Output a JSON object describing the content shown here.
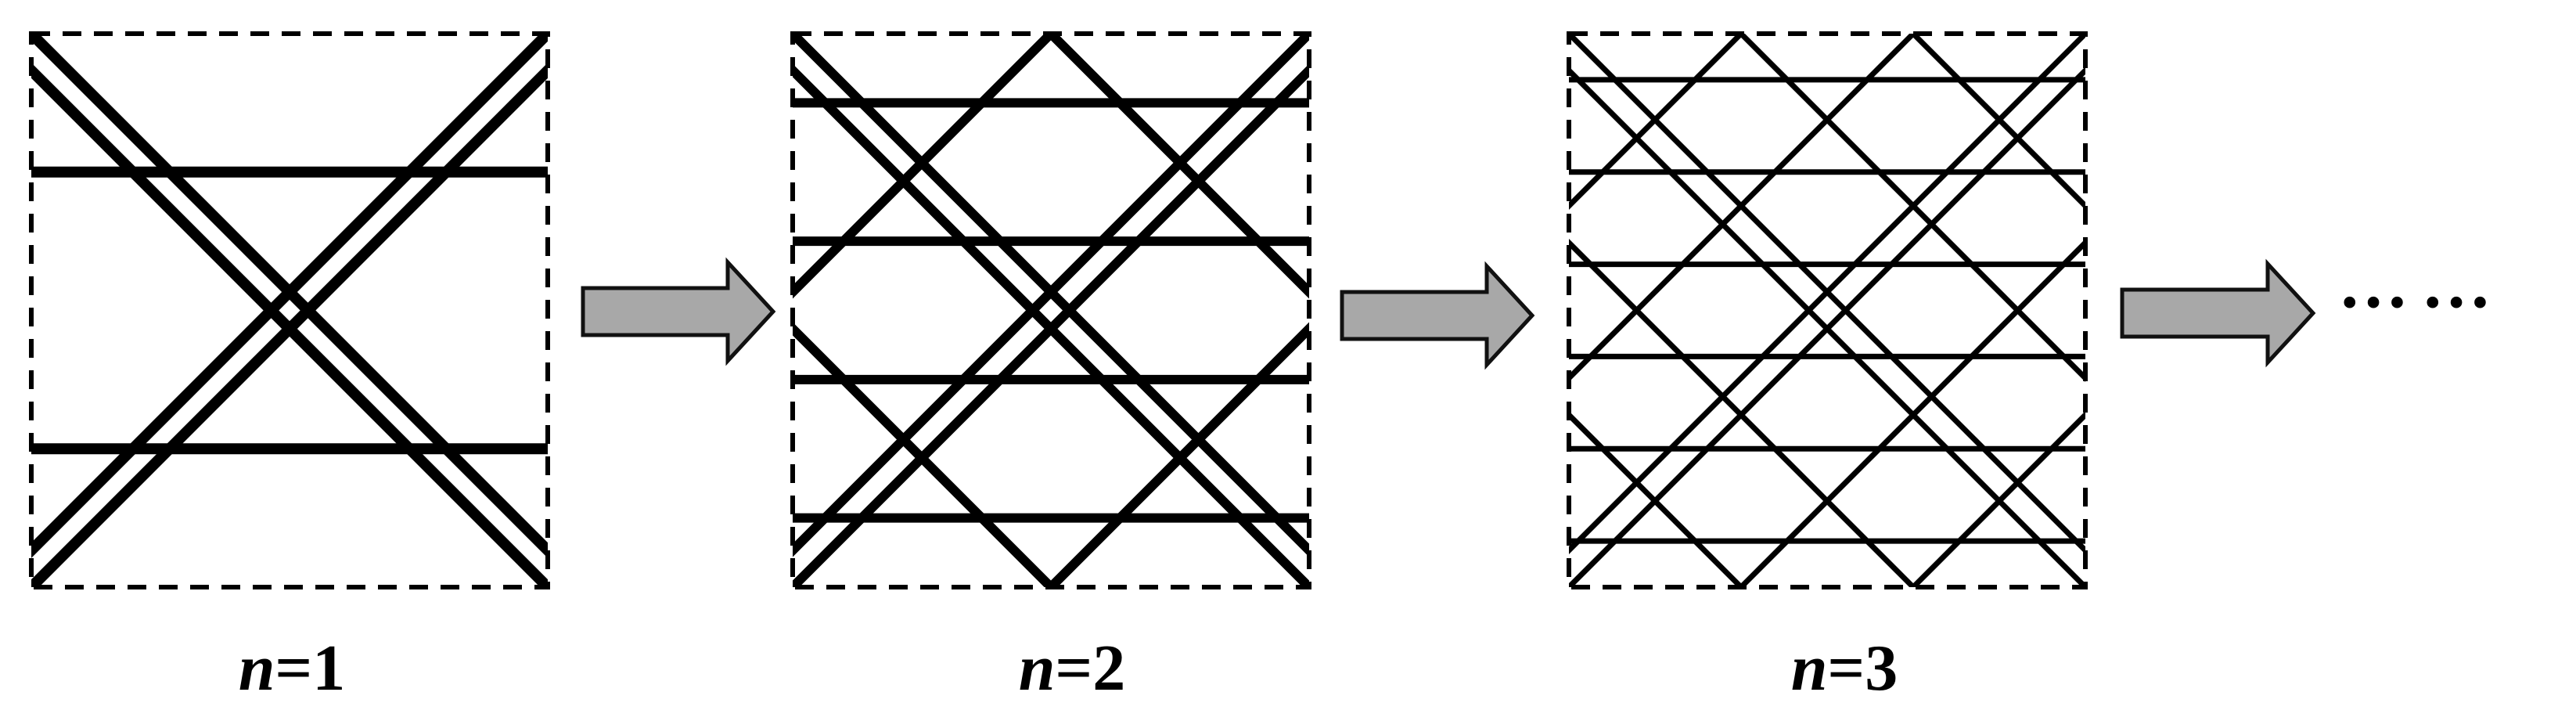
{
  "panels": [
    {
      "label_variable": "n",
      "label_equals": "=",
      "label_value": "1",
      "n": 1
    },
    {
      "label_variable": "n",
      "label_equals": "=",
      "label_value": "2",
      "n": 2
    },
    {
      "label_variable": "n",
      "label_equals": "=",
      "label_value": "3",
      "n": 3
    }
  ],
  "continuation": "……",
  "colors": {
    "line": "#000000",
    "arrow_fill": "#a8a8a8",
    "arrow_stroke": "#111111",
    "background": "#ffffff"
  }
}
